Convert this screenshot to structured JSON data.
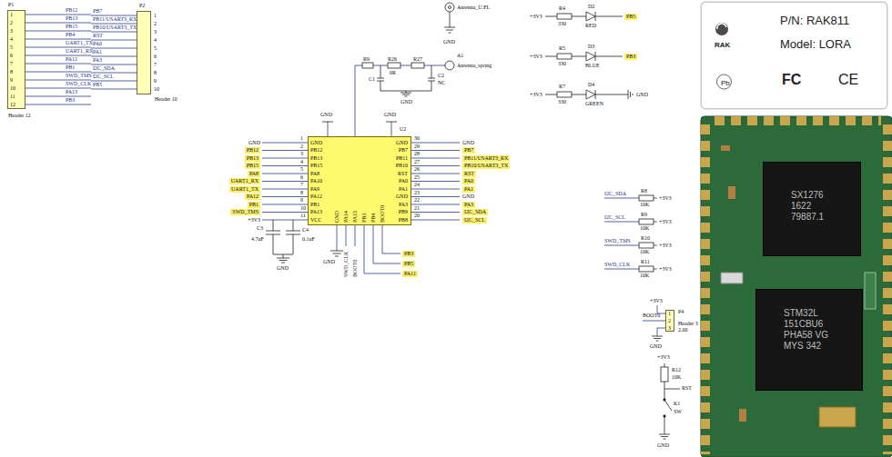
{
  "diagram": {
    "nodes": [
      {
        "text": [
          "P1",
          "Header 12"
        ]
      },
      {
        "text": [
          "P2",
          "Header 10"
        ]
      },
      {
        "text": [
          "U2"
        ]
      },
      {
        "text": [
          "P4",
          "Header 3 2.00"
        ]
      },
      {
        "text": [
          "P/N: RAK811",
          "Model: LORA",
          "RAK",
          "Pb",
          "FC",
          "CE"
        ]
      },
      {
        "text": [
          "SX1276 1622 79887.1"
        ]
      },
      {
        "text": [
          "STM32L 151CBU6 PHA58 VG MYS 342"
        ]
      }
    ],
    "labels": [
      "1",
      "2",
      "3",
      "4",
      "5",
      "6",
      "7",
      "8",
      "9",
      "10",
      "11",
      "12",
      "PB12",
      "PB13",
      "PB15",
      "PB4",
      "UART1_TX",
      "UART1_RX",
      "PA12",
      "PB1",
      "SWD_TMS",
      "SWD_CLK",
      "PA13",
      "PB3",
      "PB7",
      "PB11/USART3_RX",
      "PB10/USART3_TX",
      "RST",
      "PA0",
      "PA1",
      "PA3",
      "I2C_SDA",
      "I2C_SCL",
      "PB5",
      "1",
      "2",
      "3",
      "4",
      "5",
      "6",
      "7",
      "8",
      "9",
      "10",
      "Antenna_U.FL",
      "GND",
      "A1",
      "Antenna_spring",
      "R9",
      "R26",
      "0R",
      "R27",
      "C1",
      "C2",
      "NC",
      "GND",
      "GND",
      "GND",
      "+3V3",
      "R4",
      "330",
      "D2",
      "RED",
      "PB5",
      "+3V3",
      "R5",
      "330",
      "D3",
      "BLUE",
      "PB3",
      "+3V3",
      "R7",
      "330",
      "D4",
      "GREEN",
      "GND",
      "GND",
      "PB12",
      "PB13",
      "PB15",
      "PA8",
      "PA10",
      "PA9",
      "PA12",
      "PB1",
      "PA13",
      "VCC",
      "1",
      "2",
      "3",
      "4",
      "5",
      "6",
      "7",
      "8",
      "9",
      "10",
      "11",
      "GND",
      "PB12",
      "PB13",
      "PB15",
      "PA8",
      "UART1_RX",
      "UART1_TX",
      "PA12",
      "PB1",
      "SWD_TMS",
      "+3V3",
      "GND",
      "PB7",
      "PB11",
      "PB10",
      "RST",
      "PA0",
      "PA1",
      "GND",
      "PA3",
      "PB9",
      "PB8",
      "30",
      "29",
      "28",
      "27",
      "26",
      "25",
      "24",
      "23",
      "22",
      "21",
      "20",
      "GND",
      "PB7",
      "PB11/USART3_RX",
      "PB10/USART3_TX",
      "RST",
      "PA0",
      "PA1",
      "GND",
      "PA3",
      "I2C_SDA",
      "I2C_SCL",
      "GND",
      "PA14",
      "PA15",
      "PB3",
      "PB4",
      "BOOT0",
      "SWD_CLK",
      "BOOT0",
      "PB3",
      "PB5",
      "PA11",
      "GND",
      "C3",
      "4.7uF",
      "C4",
      "0.1uF",
      "GND",
      "I2C_SDA",
      "R8",
      "10K",
      "+3V3",
      "I2C_SCL",
      "R9",
      "10K",
      "+3V3",
      "SWD_TMS",
      "R10",
      "10K",
      "+3V3",
      "SWD_CLK",
      "R11",
      "10K",
      "+3V3",
      "+3V3",
      "BOOT0",
      "GND",
      "1",
      "2",
      "3",
      "+3V3",
      "R12",
      "10K",
      "RST",
      "K1",
      "SW",
      "GND"
    ]
  }
}
